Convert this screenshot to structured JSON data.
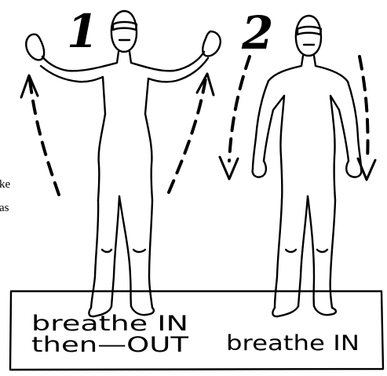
{
  "figure": {
    "step_numbers": [
      "1",
      "2"
    ],
    "captions": {
      "step1_line1": "breathe IN",
      "step1_line2": "then—OUT",
      "step2": "breathe IN"
    },
    "cropped_edge_text": [
      "ke",
      "as"
    ]
  }
}
